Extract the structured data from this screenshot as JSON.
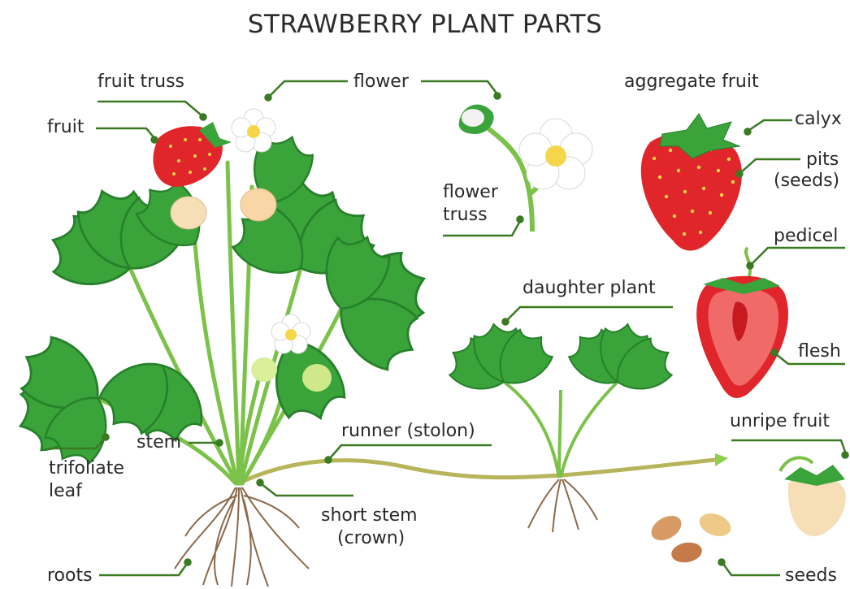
{
  "title": "STRAWBERRY PLANT PARTS",
  "labels": {
    "fruit_truss": "fruit truss",
    "fruit": "fruit",
    "flower": "flower",
    "aggregate_fruit": "aggregate fruit",
    "calyx": "calyx",
    "pits_line1": "pits",
    "pits_line2": "(seeds)",
    "flower_truss_line1": "flower",
    "flower_truss_line2": "truss",
    "pedicel": "pedicel",
    "daughter_plant": "daughter plant",
    "flesh": "flesh",
    "runner": "runner (stolon)",
    "unripe_fruit": "unripe fruit",
    "stem": "stem",
    "trifoliate_line1": "trifoliate",
    "trifoliate_line2": "leaf",
    "short_stem_line1": "short stem",
    "short_stem_line2": "(crown)",
    "roots": "roots",
    "seeds": "seeds"
  },
  "colors": {
    "leader": "#3a7a22",
    "leaf": "#3aa33a",
    "leaf_dark": "#27802a",
    "stem": "#7cc24a",
    "runner": "#b7b45a",
    "berry": "#e0262a",
    "berry_seed": "#f4d64a",
    "flesh": "#f06a6a",
    "unripe": "#f6deb6",
    "root": "#8a6a4a",
    "seed": "#d79a64"
  }
}
